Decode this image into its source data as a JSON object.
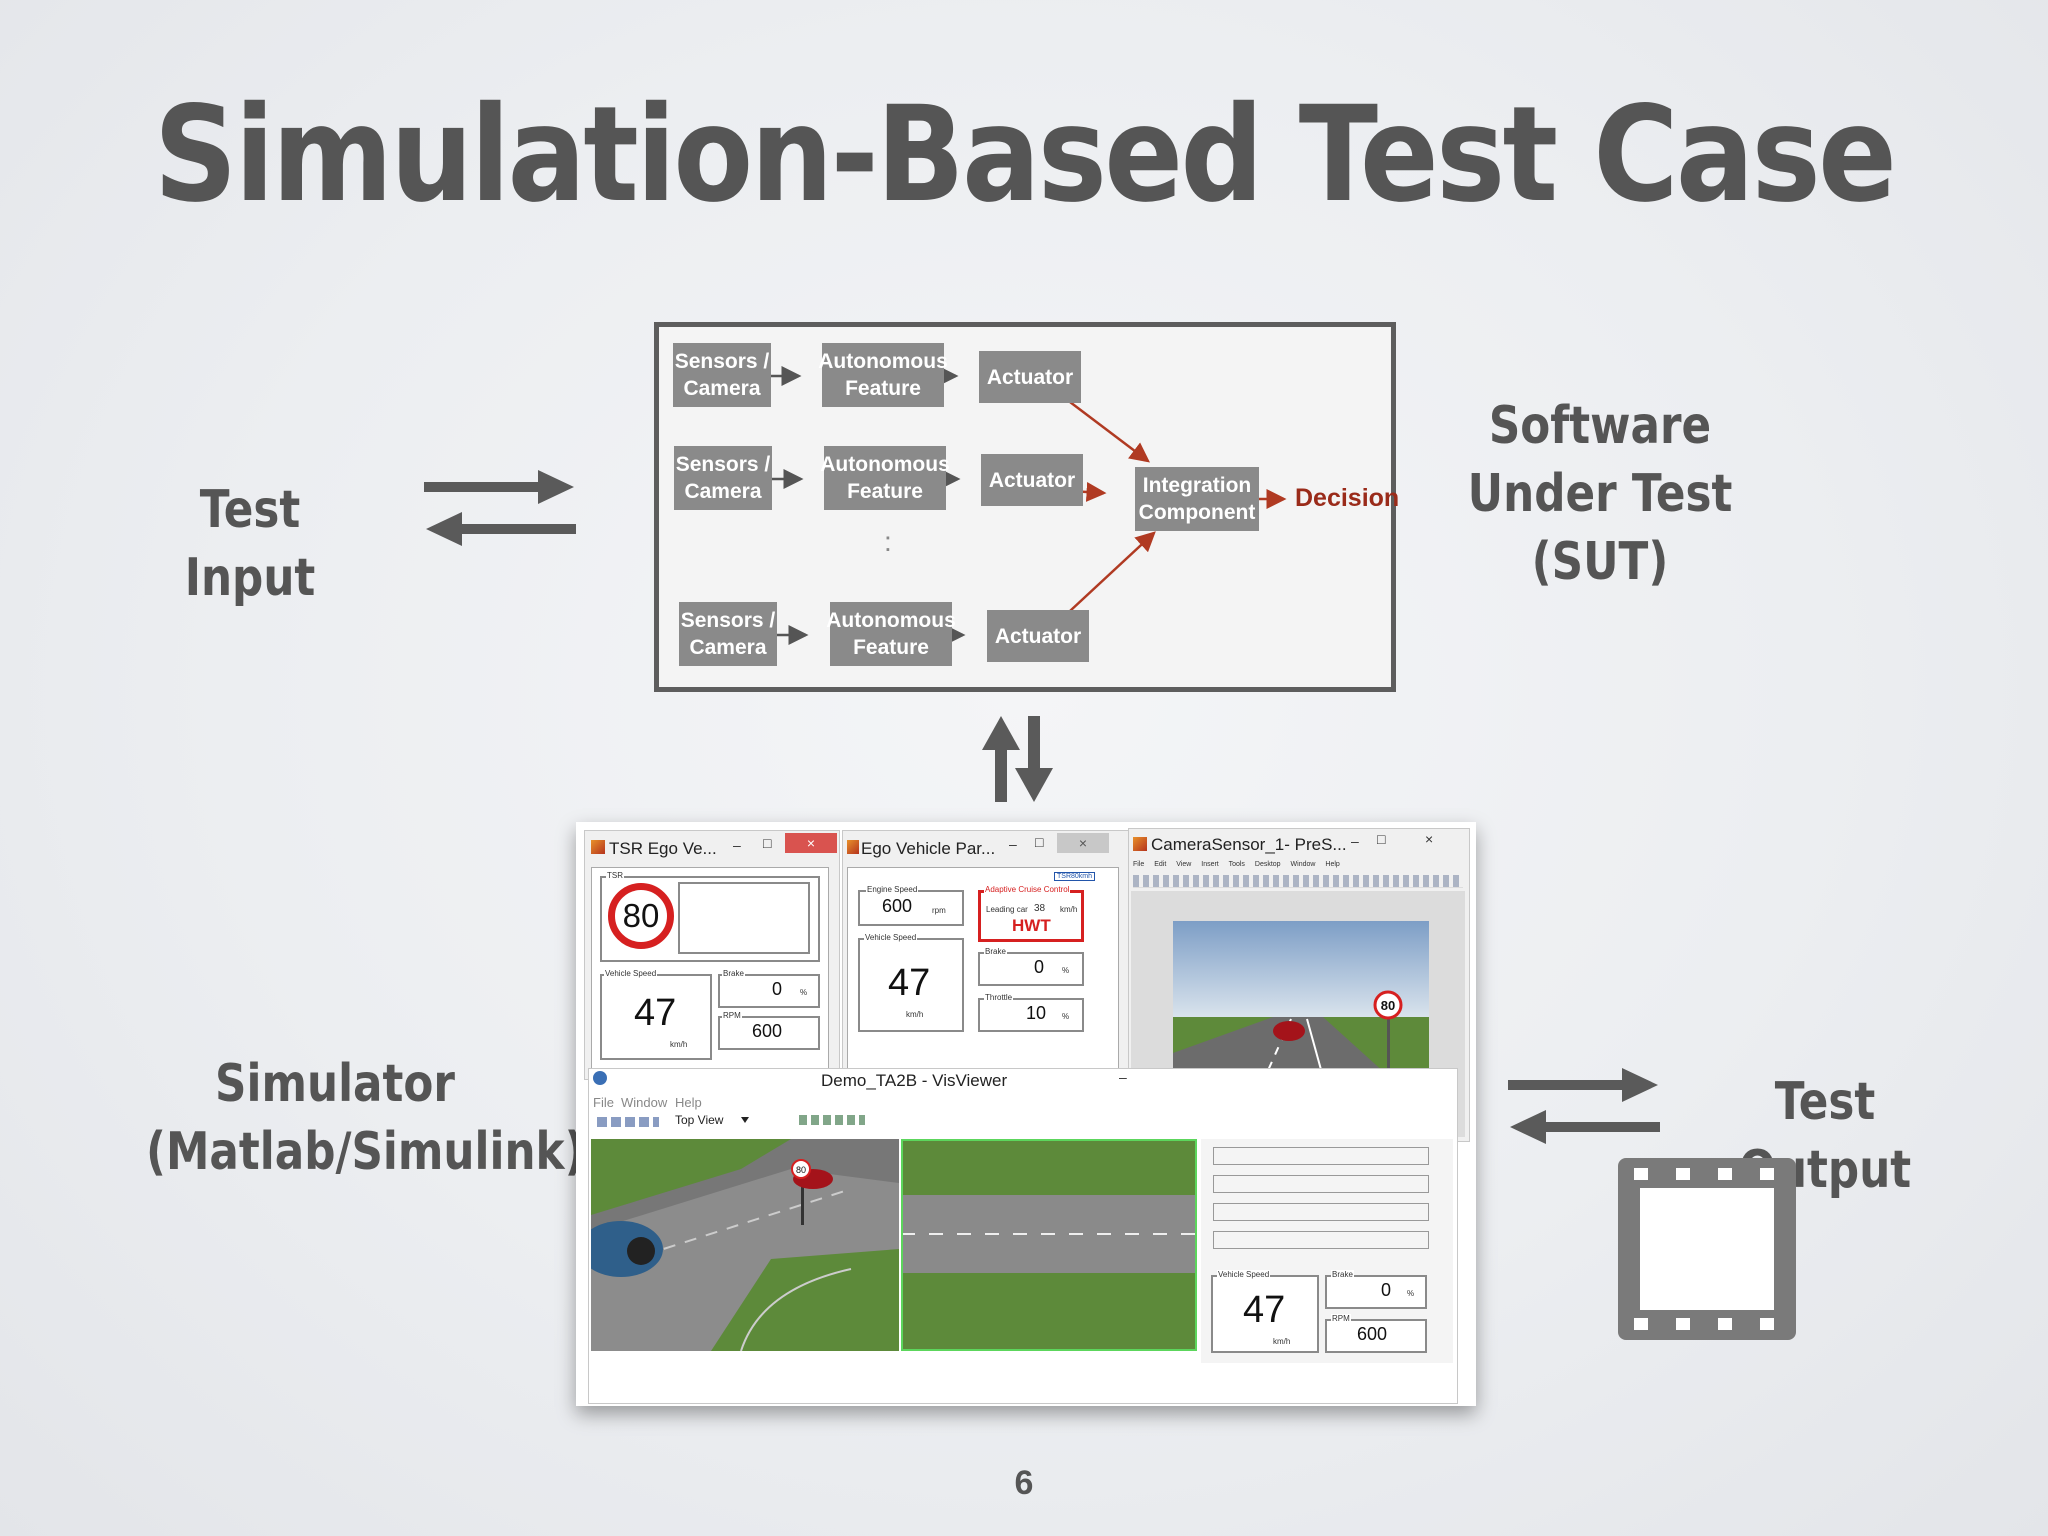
{
  "title": "Simulation-Based Test Case",
  "labels": {
    "test_input": "Test Input",
    "sut_line1": "Software",
    "sut_line2": "Under Test",
    "sut_line3": "(SUT)",
    "simulator_line1": "Simulator",
    "simulator_line2": "(Matlab/Simulink)",
    "test_output": "Test Output",
    "page_number": "6"
  },
  "sut_diagram": {
    "rows": [
      {
        "sensor": [
          "Sensors /",
          "Camera"
        ],
        "feature": [
          "Autonomous",
          "Feature"
        ],
        "actuator": "Actuator"
      },
      {
        "sensor": [
          "Sensors /",
          "Camera"
        ],
        "feature": [
          "Autonomous",
          "Feature"
        ],
        "actuator": "Actuator"
      },
      {
        "sensor": [
          "Sensors /",
          "Camera"
        ],
        "feature": [
          "Autonomous",
          "Feature"
        ],
        "actuator": "Actuator"
      }
    ],
    "ellipsis": ":",
    "integration": [
      "Integration",
      "Component"
    ],
    "decision": "Decision"
  },
  "simulator": {
    "tsr_window": {
      "title": "TSR Ego Ve...",
      "tsr_label": "TSR",
      "sign": "80",
      "speed_label": "Vehicle Speed",
      "speed": "47",
      "speed_unit": "km/h",
      "brake_label": "Brake",
      "brake": "0",
      "brake_unit": "%",
      "rpm_label": "RPM",
      "rpm": "600"
    },
    "ego_window": {
      "title": "Ego Vehicle Par...",
      "engine_label": "Engine Speed",
      "engine": "600",
      "engine_unit": "rpm",
      "acc_label": "Adaptive Cruise Control",
      "leading_car": "Leading car",
      "leading_speed": "38",
      "leading_unit": "km/h",
      "hwt": "HWT",
      "tsr_badge": "TSR80kmh",
      "speed_label": "Vehicle Speed",
      "speed": "47",
      "speed_unit": "km/h",
      "brake_label": "Brake",
      "brake": "0",
      "brake_unit": "%",
      "throttle_label": "Throttle",
      "throttle": "10",
      "throttle_unit": "%"
    },
    "camera_window": {
      "title": "CameraSensor_1- PreS...",
      "menu": [
        "File",
        "Edit",
        "View",
        "Insert",
        "Tools",
        "Desktop",
        "Window",
        "Help"
      ],
      "sign": "80"
    },
    "visviewer": {
      "title": "Demo_TA2B - VisViewer",
      "menu": [
        "File",
        "Window",
        "Help"
      ],
      "view": "Top View",
      "sign": "80",
      "speed_label": "Vehicle Speed",
      "speed": "47",
      "speed_unit": "km/h",
      "brake_label": "Brake",
      "brake": "0",
      "brake_unit": "%",
      "rpm_label": "RPM",
      "rpm": "600"
    },
    "controls": {
      "minimize": "–",
      "maximize": "□",
      "close": "×"
    }
  },
  "colors": {
    "text_gray": "#555555",
    "block_gray": "#8a8a8a",
    "decision_red": "#9a2b1a",
    "arrow_red": "#b03a22",
    "hwt_red": "#d62020"
  }
}
